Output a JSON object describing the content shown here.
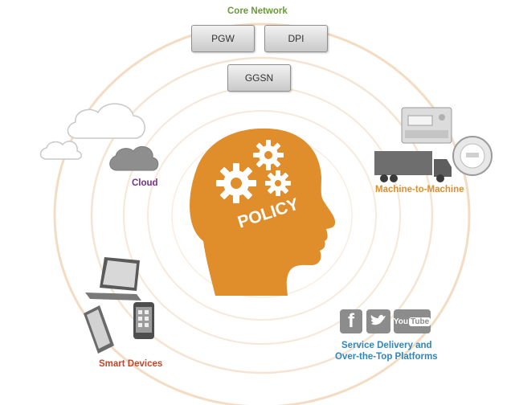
{
  "core_network": {
    "title": "Core Network",
    "nodes": [
      "PGW",
      "DPI",
      "GGSN"
    ]
  },
  "center": {
    "label": "POLICY"
  },
  "cloud": {
    "label": "Cloud"
  },
  "m2m": {
    "label": "Machine-to-Machine"
  },
  "smart_devices": {
    "label": "Smart Devices"
  },
  "services": {
    "line1": "Service Delivery and",
    "line2": "Over-the-Top Platforms",
    "icons": [
      "f",
      "t",
      "You",
      "Tube"
    ]
  },
  "colors": {
    "green": "#6b9a3a",
    "orange": "#e08d2b",
    "purple": "#7a2f8c",
    "red": "#c4452a",
    "blue": "#2f86bd",
    "ring": "#f3dfc8"
  }
}
